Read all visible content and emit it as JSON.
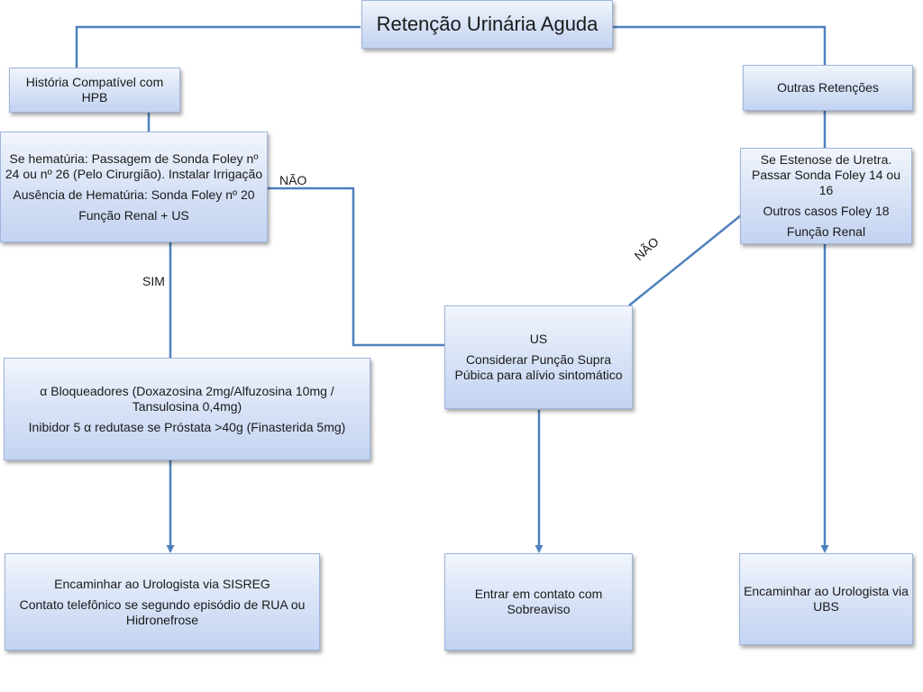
{
  "colors": {
    "line": "#4f81bd",
    "box_top": "#f1f5fc",
    "box_bottom": "#c3d3f1",
    "box_border": "#9fb5de"
  },
  "title": "Retenção Urinária Aguda",
  "left_header": "História Compatível com HPB",
  "right_header": "Outras Retenções",
  "left_step": {
    "line1": "Se hematúria: Passagem de Sonda Foley nº 24 ou nº 26 (Pelo  Cirurgião). Instalar Irrigação",
    "line2": "Ausência de Hematúria: Sonda Foley nº 20",
    "line3": "Função Renal + US"
  },
  "right_step": {
    "line1": "Se Estenose  de Uretra. Passar Sonda Foley 14 ou 16",
    "line2": "Outros  casos Foley 18",
    "line3": "Função Renal"
  },
  "labels": {
    "sim": "SIM",
    "nao_left": "NÃO",
    "nao_right": "NÃO"
  },
  "middle_step": {
    "line1": "US",
    "line2": "Considerar Punção Supra Púbica para alívio sintomático"
  },
  "treatment": {
    "line1": "α Bloqueadores (Doxazosina 2mg/Alfuzosina 10mg / Tansulosina 0,4mg)",
    "line2": "Inibidor 5 α redutase se Próstata >40g (Finasterida 5mg)"
  },
  "outcome_left": {
    "line1": "Encaminhar ao Urologista via SISREG",
    "line2": "Contato telefônico se segundo episódio de RUA ou Hidronefrose"
  },
  "outcome_middle": "Entrar em contato com Sobreaviso",
  "outcome_right": "Encaminhar ao Urologista via UBS"
}
